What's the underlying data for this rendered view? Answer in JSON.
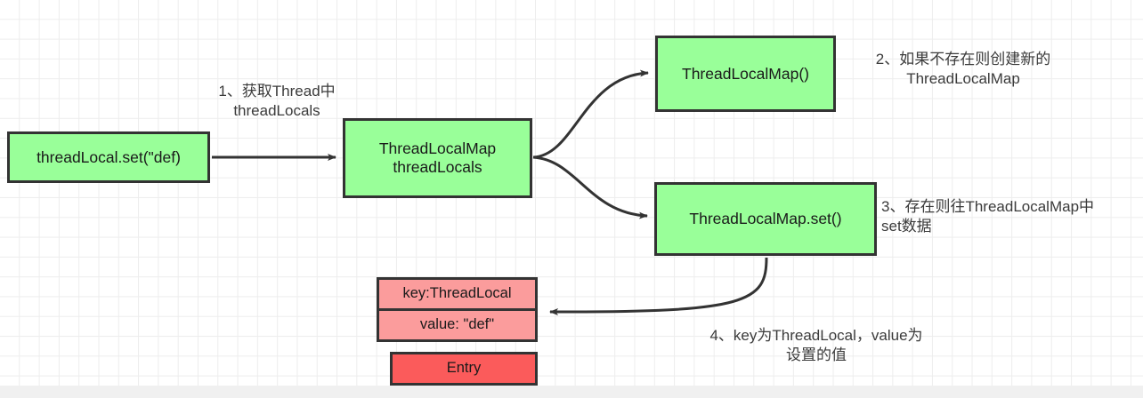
{
  "diagram": {
    "title": "ThreadLocal set flow",
    "background": {
      "grid_color": "#ededed",
      "page_color": "#ffffff",
      "footer_color": "#f0f0f0"
    },
    "palette": {
      "green_fill": "#99ff99",
      "red_light_fill": "#fb9c9c",
      "red_strong_fill": "#fb5b5b",
      "border": "#333333",
      "text": "#1a1a1a",
      "annotation_text": "#3b3b3b"
    },
    "nodes": {
      "threadlocal_set": "threadLocal.set(\"def)",
      "threadlocalmap_threadlocals": "ThreadLocalMap\nthreadLocals",
      "threadlocalmap_ctor": "ThreadLocalMap()",
      "threadlocalmap_set": "ThreadLocalMap.set()"
    },
    "entry_table": {
      "key_row": "key:ThreadLocal",
      "value_row": "value: \"def\"",
      "entry_row": "Entry"
    },
    "annotations": {
      "step_1": "1、获取Thread中\nthreadLocals",
      "step_2": "2、如果不存在则创建新的\nThreadLocalMap",
      "step_3": "3、存在则往ThreadLocalMap中\nset数据",
      "step_4": "4、key为ThreadLocal，value为\n设置的值"
    }
  }
}
